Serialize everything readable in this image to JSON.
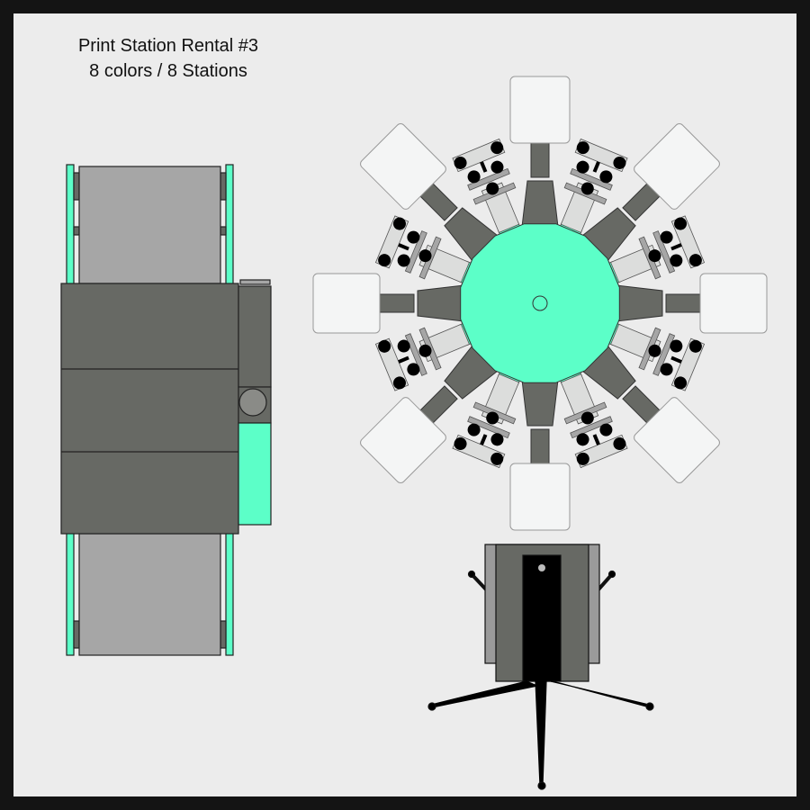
{
  "title": {
    "line1": "Print Station Rental #3",
    "line2": "8 colors / 8 Stations"
  },
  "press": {
    "colors": 8,
    "stations": 8
  },
  "palette": {
    "frame": "#141414",
    "background": "#ececec",
    "machine_dark": "#676964",
    "accent_mint": "#5cffc8",
    "belt_gray": "#a6a6a6",
    "platen": "#f4f5f5",
    "head_light": "#dcdddc",
    "black": "#000000"
  }
}
